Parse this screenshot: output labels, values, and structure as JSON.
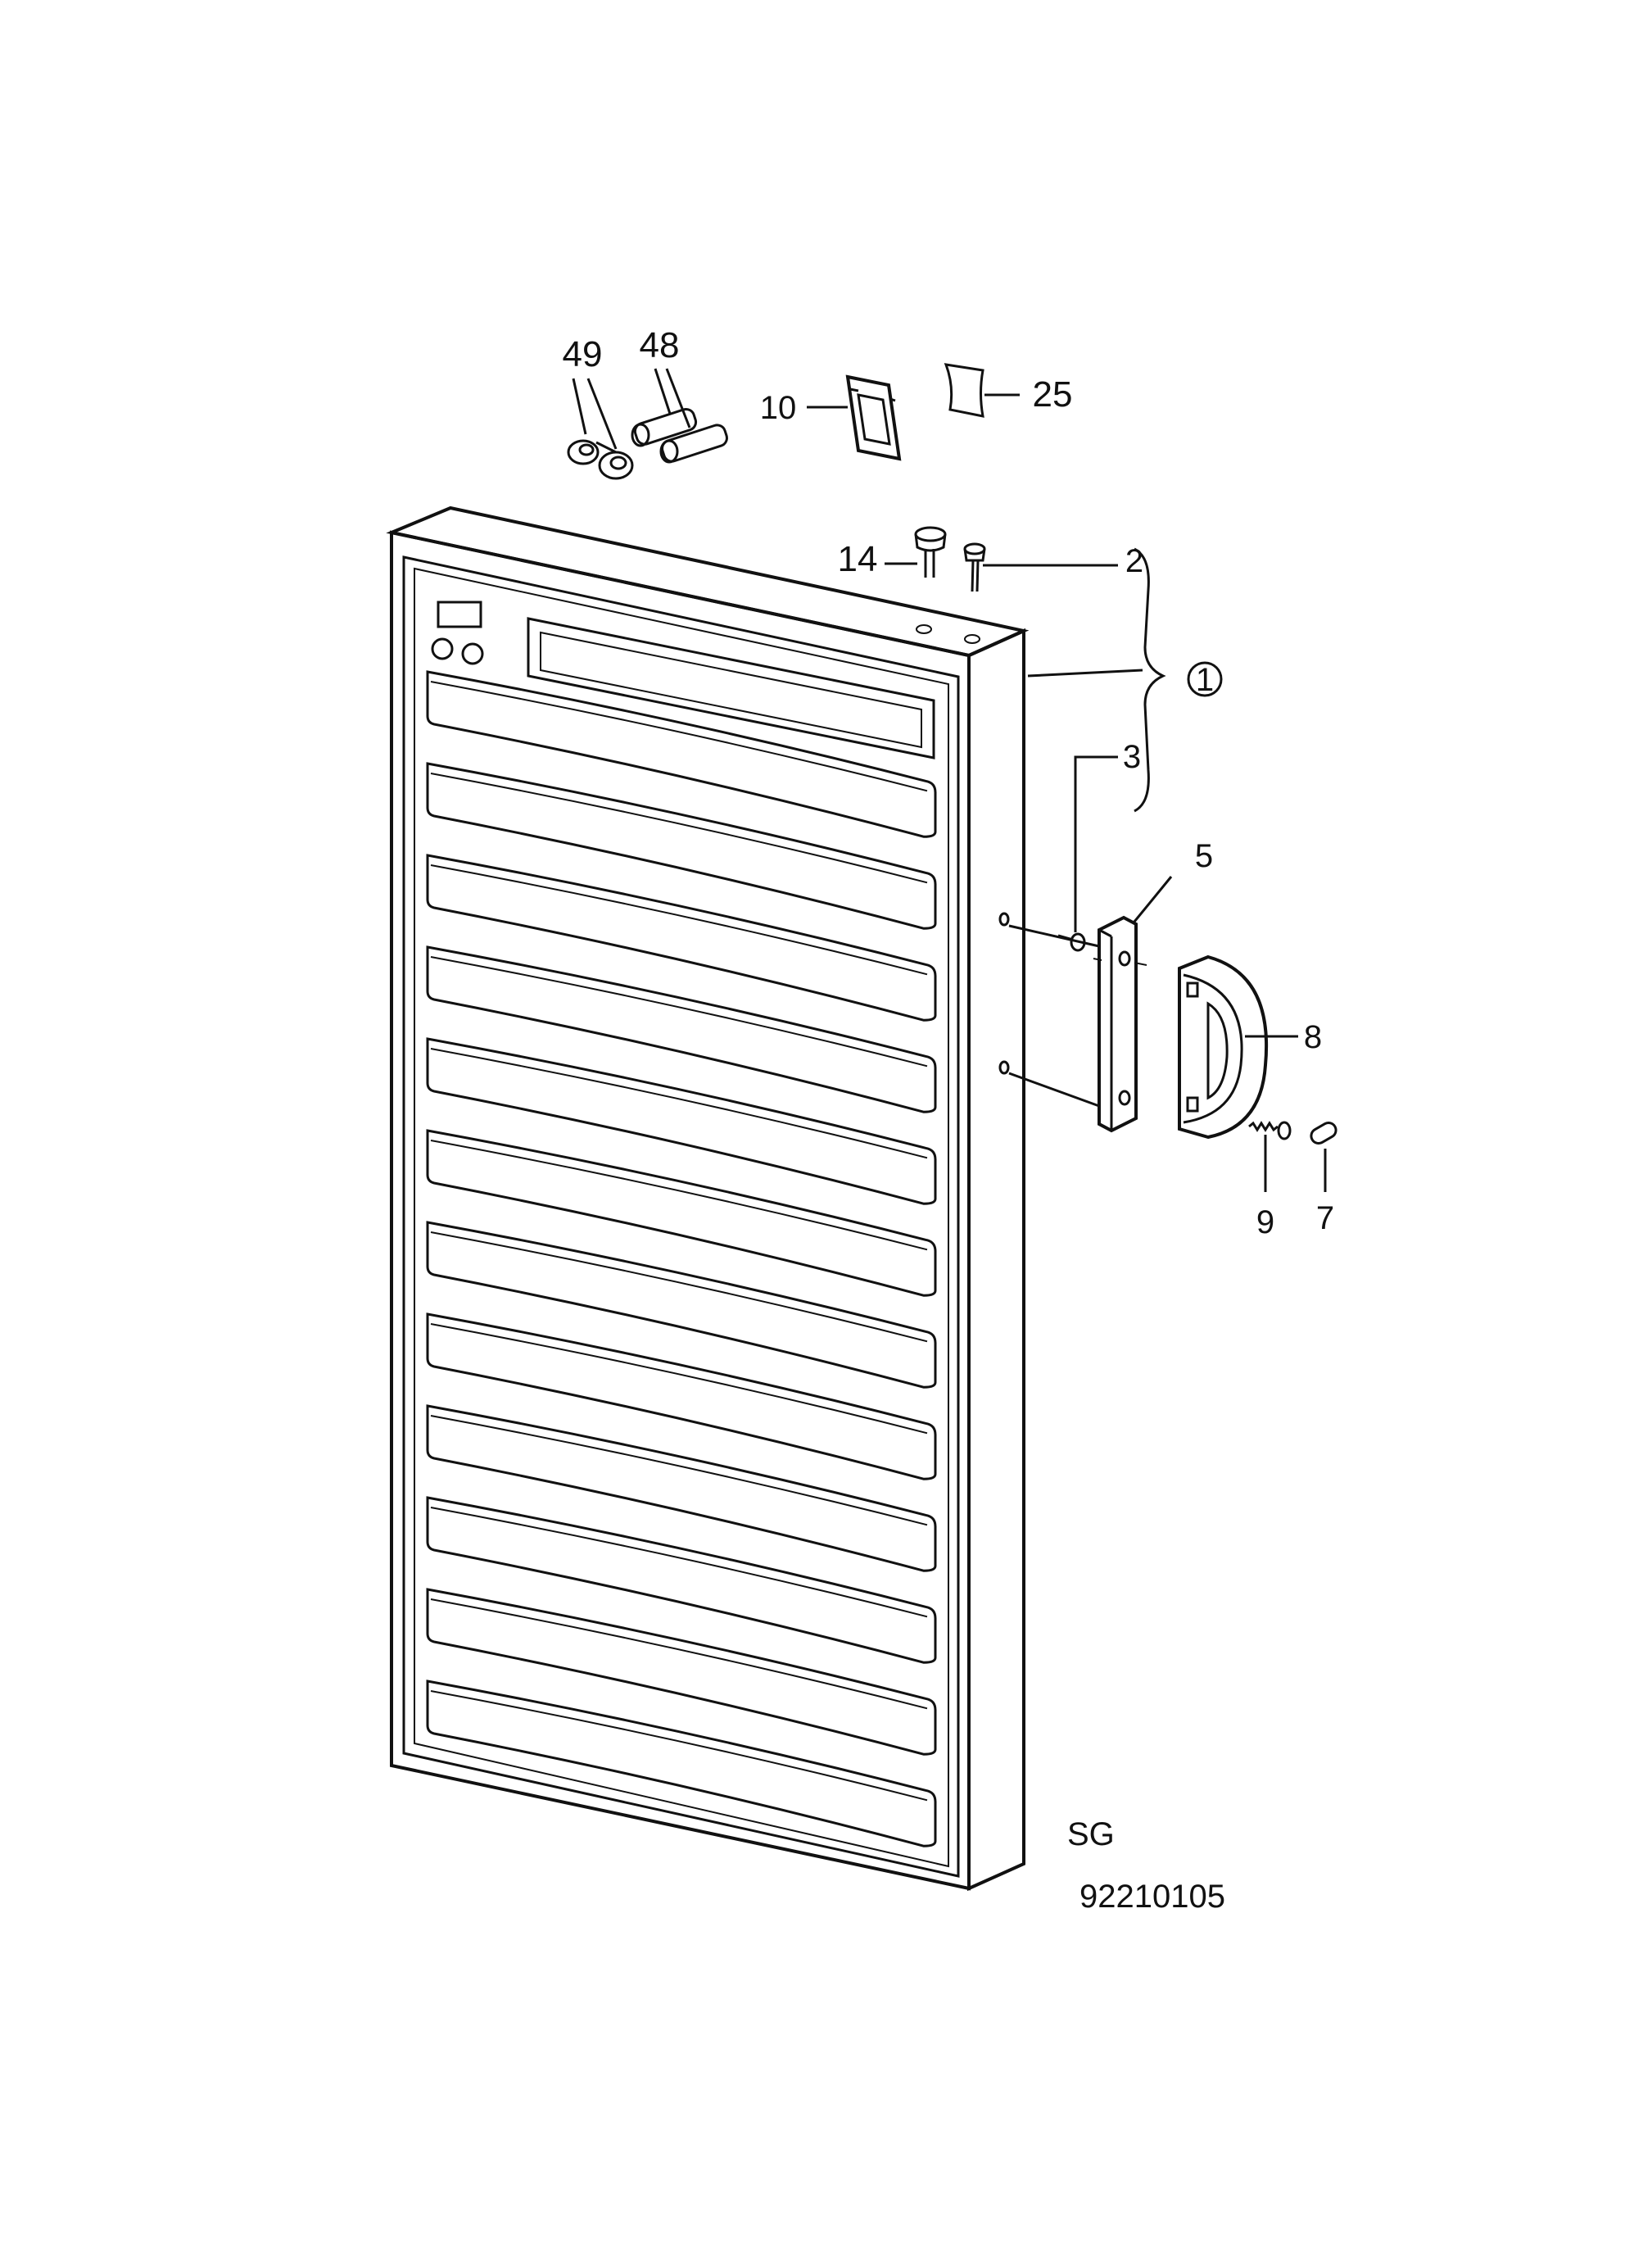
{
  "callouts": {
    "c49": "49",
    "c48": "48",
    "c10": "10",
    "c25": "25",
    "c14": "14",
    "c2": "2",
    "c1": "1",
    "c3": "3",
    "c5": "5",
    "c8": "8",
    "c9": "9",
    "c7": "7"
  },
  "footer": {
    "code": "SG",
    "number": "92210105"
  },
  "door": {
    "shelf_count": 12
  }
}
